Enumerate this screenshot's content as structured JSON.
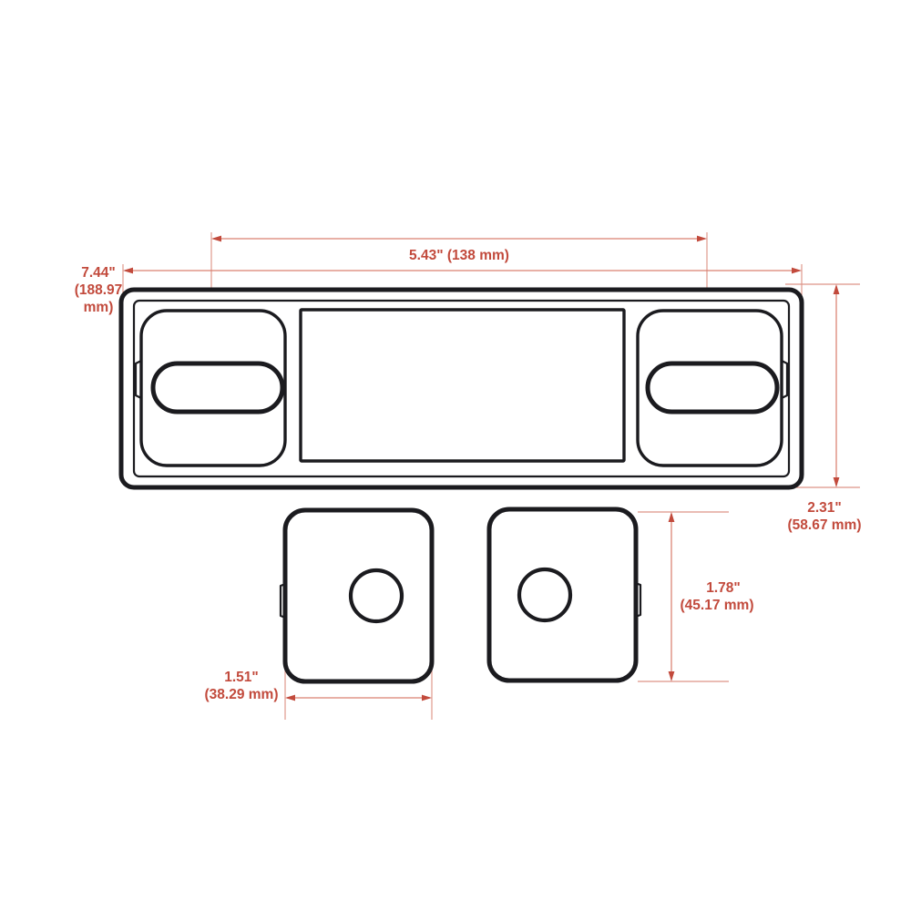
{
  "drawing": {
    "title": "Product dimension drawing",
    "background_color": "#ffffff",
    "line_color": "#1b1b1f",
    "dimension_color": "#c24a3c",
    "dimension_line_color": "#d98070"
  },
  "dimensions": {
    "overall_width": {
      "label_inch": "7.44\"",
      "label_mm_line1": "(188.97",
      "label_mm_line2": "mm)",
      "full_label": "7.44\" (188.97 mm)",
      "name": "overall-width"
    },
    "inner_width": {
      "label": "5.43\" (138 mm)",
      "inch": "5.43\"",
      "mm": "(138 mm)",
      "name": "inner-width"
    },
    "overall_height": {
      "label_inch": "2.31\"",
      "label_mm": "(58.67 mm)",
      "full_label": "2.31\" (58.67 mm)",
      "name": "overall-height"
    },
    "pad_height": {
      "label_inch": "1.78\"",
      "label_mm": "(45.17 mm)",
      "full_label": "1.78\" (45.17 mm)",
      "name": "pad-height"
    },
    "pad_width": {
      "label_inch": "1.51\"",
      "label_mm": "(38.29 mm)",
      "full_label": "1.51\" (38.29 mm)",
      "name": "pad-width"
    }
  },
  "parts": {
    "main_plate": {
      "name": "main-faceplate",
      "center_window": "center-window",
      "left_panel": "left-rounded-panel",
      "right_panel": "right-rounded-panel",
      "left_slot": "left-slot",
      "right_slot": "right-slot",
      "left_tab": "left-edge-tab",
      "right_tab": "right-edge-tab"
    },
    "pad_left": {
      "name": "textured-pad-left",
      "hole": "mounting-hole-left",
      "tab": "pad-left-tab"
    },
    "pad_right": {
      "name": "textured-pad-right",
      "hole": "mounting-hole-right",
      "tab": "pad-right-tab"
    }
  }
}
